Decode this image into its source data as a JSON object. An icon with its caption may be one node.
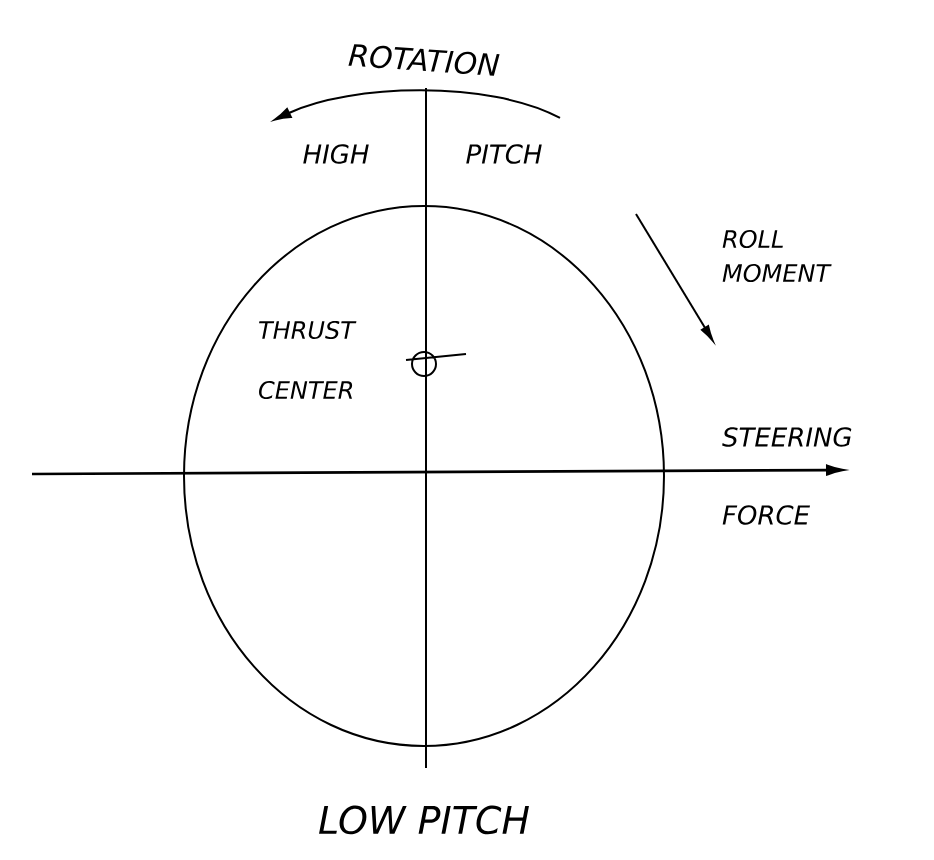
{
  "diagram": {
    "labels": [
      "ROTATION",
      "HIGH",
      "PITCH",
      "ROLL MOMENT",
      "THRUST CENTER",
      "STEERING FORCE",
      "LOW PITCH"
    ]
  }
}
